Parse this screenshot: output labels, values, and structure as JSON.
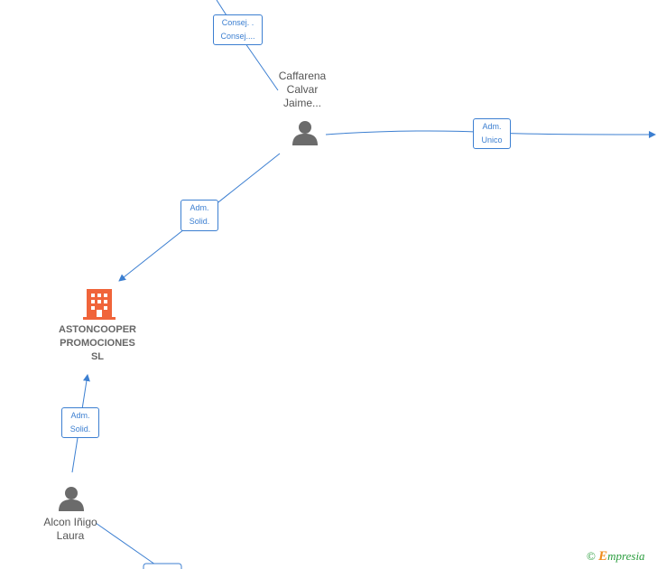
{
  "nodes": {
    "caffarena": {
      "lines": [
        "Caffarena",
        "Calvar",
        "Jaime..."
      ],
      "type": "person"
    },
    "astoncooper": {
      "lines": [
        "ASTONCOOPER",
        "PROMOCIONES",
        "SL"
      ],
      "type": "company"
    },
    "alcon": {
      "lines": [
        "Alcon Iñigo",
        "Laura"
      ],
      "type": "person"
    }
  },
  "edges": {
    "consej": {
      "lines": [
        "Consej. .",
        "Consej...."
      ]
    },
    "adm_unico": {
      "lines": [
        "Adm.",
        "Unico"
      ]
    },
    "adm_solid_top": {
      "lines": [
        "Adm.",
        "Solid."
      ]
    },
    "adm_solid_bottom": {
      "lines": [
        "Adm.",
        "Solid."
      ]
    }
  },
  "colors": {
    "edge": "#3c7fd1",
    "person_icon": "#6b6b6b",
    "company_icon": "#f0643a",
    "label_text": "#555555"
  },
  "watermark": {
    "copyright_symbol": "©",
    "brand_initial": "E",
    "brand_rest": "mpresia"
  }
}
